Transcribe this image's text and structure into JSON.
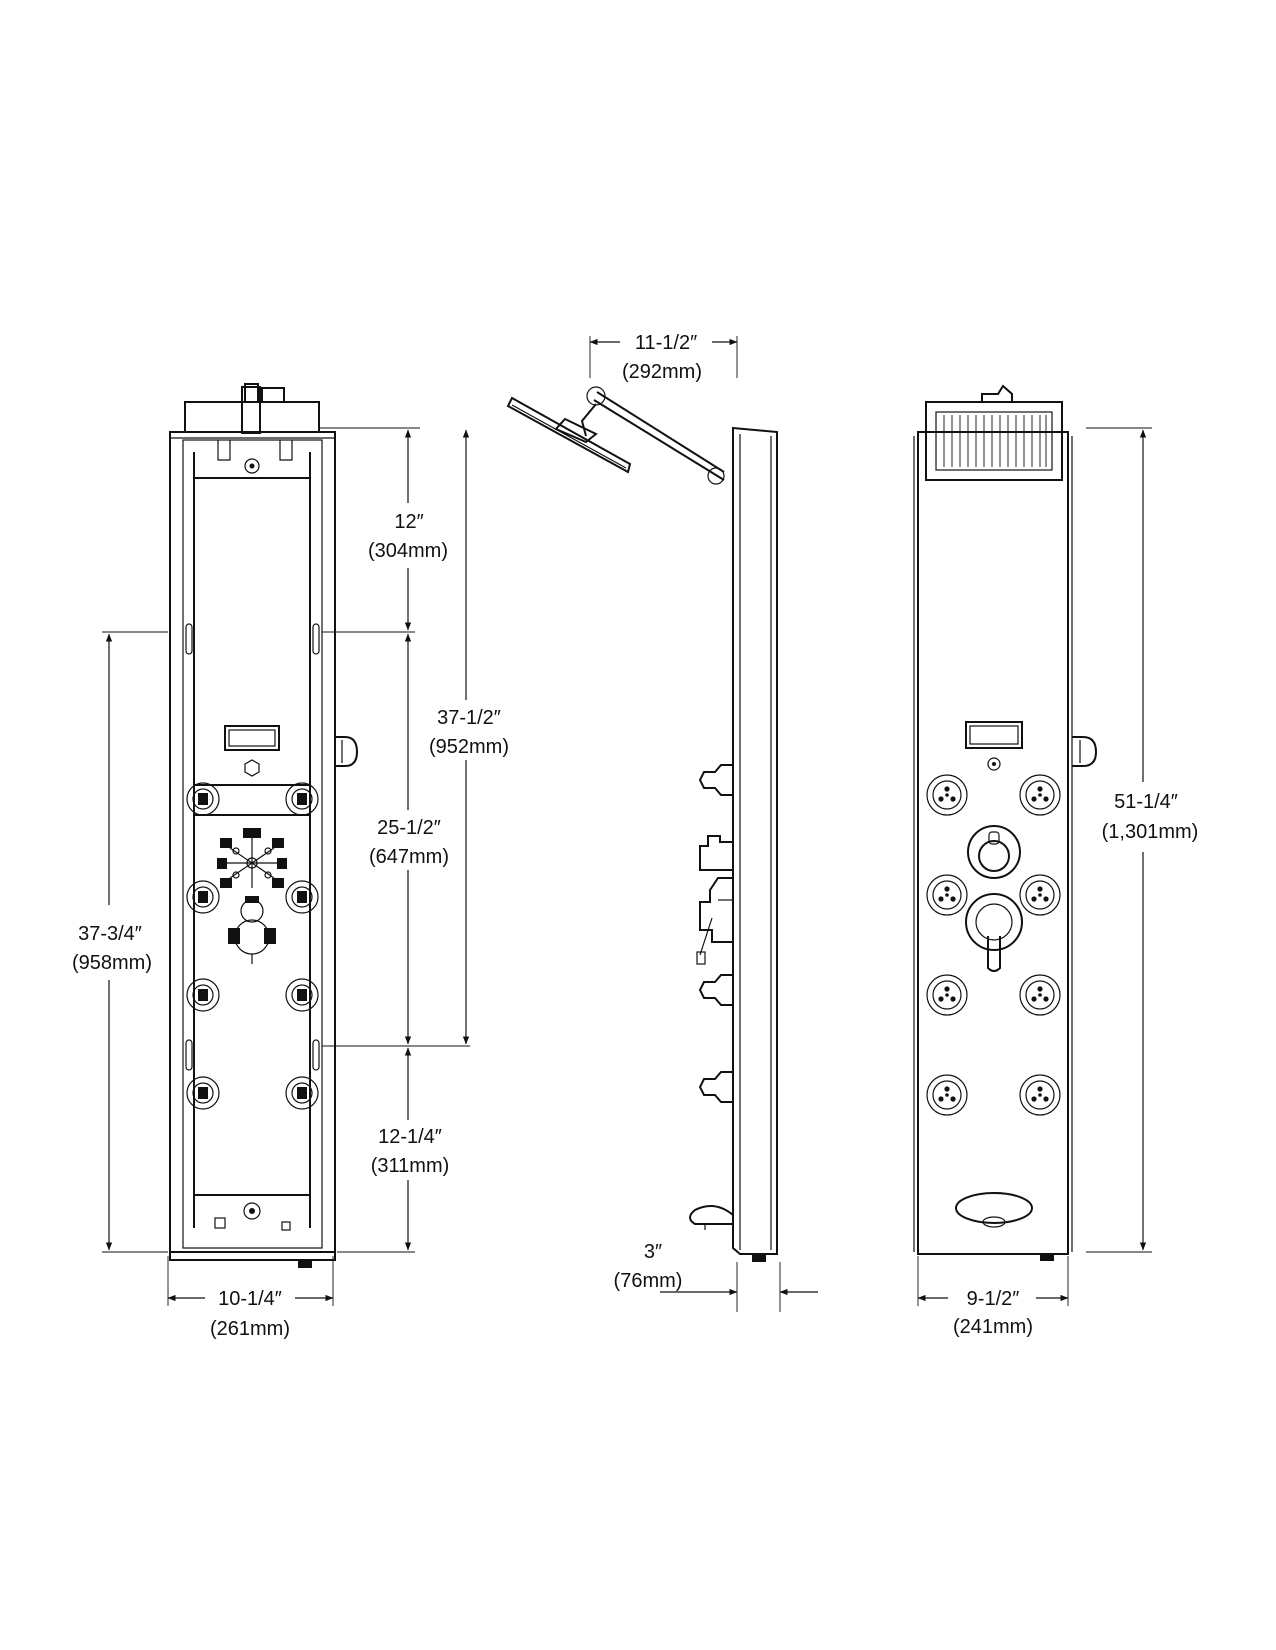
{
  "dimensions": {
    "arm_reach": {
      "imperial": "11-1/2″",
      "metric": "(292mm)"
    },
    "upper_section": {
      "imperial": "12″",
      "metric": "(304mm)"
    },
    "middle_section": {
      "imperial": "25-1/2″",
      "metric": "(647mm)"
    },
    "lower_section": {
      "imperial": "12-1/4″",
      "metric": "(311mm)"
    },
    "top_to_lower": {
      "imperial": "37-1/2″",
      "metric": "(952mm)"
    },
    "mid_to_bottom": {
      "imperial": "37-3/4″",
      "metric": "(958mm)"
    },
    "overall_width_back": {
      "imperial": "10-1/4″",
      "metric": "(261mm)"
    },
    "panel_depth": {
      "imperial": "3″",
      "metric": "(76mm)"
    },
    "overall_height": {
      "imperial": "51-1/4″",
      "metric": "(1,301mm)"
    },
    "panel_width_front": {
      "imperial": "9-1/2″",
      "metric": "(241mm)"
    }
  }
}
